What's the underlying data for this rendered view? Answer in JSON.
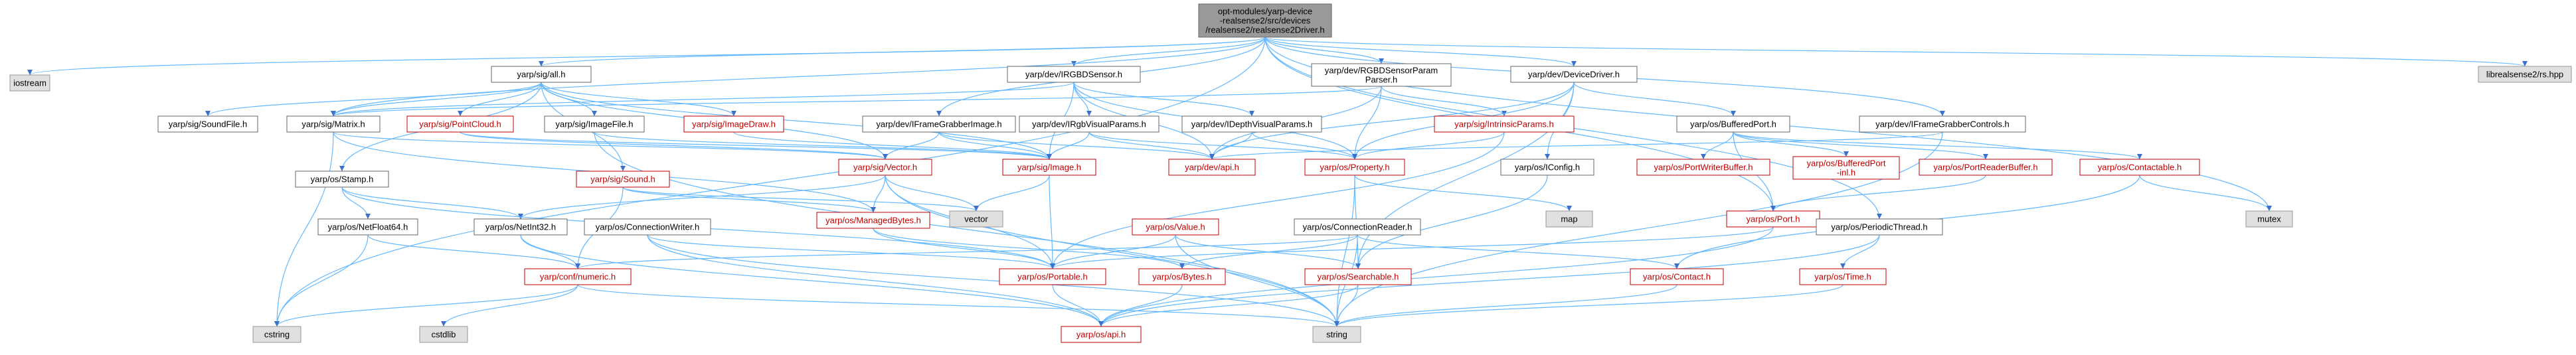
{
  "colors": {
    "root_fill": "#999999",
    "root_stroke": "#666666",
    "root_text": "#000000",
    "node_fill": "#ffffff",
    "node_stroke": "#666666",
    "node_text": "#000000",
    "red_stroke": "#bf0000",
    "red_text": "#bf0000",
    "ext_fill": "#e0e0e0",
    "ext_stroke": "#999999",
    "ext_text": "#000000",
    "edge": "#63b8ff"
  },
  "nodes": [
    {
      "id": "root",
      "kind": "root",
      "lines": [
        "opt-modules/yarp-device",
        "-realsense2/src/devices",
        "/realsense2/realsense2Driver.h"
      ]
    },
    {
      "id": "iostream",
      "kind": "ext",
      "lines": [
        "iostream"
      ]
    },
    {
      "id": "all",
      "kind": "node",
      "lines": [
        "yarp/sig/all.h"
      ]
    },
    {
      "id": "irgbd",
      "kind": "node",
      "lines": [
        "yarp/dev/IRGBDSensor.h"
      ]
    },
    {
      "id": "rgbdparam",
      "kind": "node",
      "lines": [
        "yarp/dev/RGBDSensorParam",
        "Parser.h"
      ]
    },
    {
      "id": "devicedriver",
      "kind": "node",
      "lines": [
        "yarp/dev/DeviceDriver.h"
      ]
    },
    {
      "id": "librealsense",
      "kind": "ext",
      "lines": [
        "librealsense2/rs.hpp"
      ]
    },
    {
      "id": "soundfile",
      "kind": "node",
      "lines": [
        "yarp/sig/SoundFile.h"
      ]
    },
    {
      "id": "matrix",
      "kind": "node",
      "lines": [
        "yarp/sig/Matrix.h"
      ]
    },
    {
      "id": "pointcloud",
      "kind": "red",
      "lines": [
        "yarp/sig/PointCloud.h"
      ]
    },
    {
      "id": "imagefile",
      "kind": "node",
      "lines": [
        "yarp/sig/ImageFile.h"
      ]
    },
    {
      "id": "imagedraw",
      "kind": "red",
      "lines": [
        "yarp/sig/ImageDraw.h"
      ]
    },
    {
      "id": "iframegrabberimage",
      "kind": "node",
      "lines": [
        "yarp/dev/IFrameGrabberImage.h"
      ]
    },
    {
      "id": "irgbvisual",
      "kind": "node",
      "lines": [
        "yarp/dev/IRgbVisualParams.h"
      ]
    },
    {
      "id": "idepthvisual",
      "kind": "node",
      "lines": [
        "yarp/dev/IDepthVisualParams.h"
      ]
    },
    {
      "id": "intrinsic",
      "kind": "red",
      "lines": [
        "yarp/sig/IntrinsicParams.h"
      ]
    },
    {
      "id": "bufferedport",
      "kind": "node",
      "lines": [
        "yarp/os/BufferedPort.h"
      ]
    },
    {
      "id": "iframecontrols",
      "kind": "node",
      "lines": [
        "yarp/dev/IFrameGrabberControls.h"
      ]
    },
    {
      "id": "vector",
      "kind": "red",
      "lines": [
        "yarp/sig/Vector.h"
      ]
    },
    {
      "id": "image",
      "kind": "red",
      "lines": [
        "yarp/sig/Image.h"
      ]
    },
    {
      "id": "api_dev",
      "kind": "red",
      "lines": [
        "yarp/dev/api.h"
      ]
    },
    {
      "id": "property",
      "kind": "red",
      "lines": [
        "yarp/os/Property.h"
      ]
    },
    {
      "id": "iconfig",
      "kind": "node",
      "lines": [
        "yarp/os/IConfig.h"
      ]
    },
    {
      "id": "portwriterbuffer",
      "kind": "red",
      "lines": [
        "yarp/os/PortWriterBuffer.h"
      ]
    },
    {
      "id": "bufferedportinl",
      "kind": "red",
      "lines": [
        "yarp/os/BufferedPort",
        "-inl.h"
      ]
    },
    {
      "id": "portreaderbuffer",
      "kind": "red",
      "lines": [
        "yarp/os/PortReaderBuffer.h"
      ]
    },
    {
      "id": "contactable",
      "kind": "red",
      "lines": [
        "yarp/os/Contactable.h"
      ]
    },
    {
      "id": "stamp",
      "kind": "node",
      "lines": [
        "yarp/os/Stamp.h"
      ]
    },
    {
      "id": "sound",
      "kind": "red",
      "lines": [
        "yarp/sig/Sound.h"
      ]
    },
    {
      "id": "managedbytes",
      "kind": "red",
      "lines": [
        "yarp/os/ManagedBytes.h"
      ]
    },
    {
      "id": "vector_std",
      "kind": "ext",
      "lines": [
        "vector"
      ]
    },
    {
      "id": "map",
      "kind": "ext",
      "lines": [
        "map"
      ]
    },
    {
      "id": "mutex",
      "kind": "ext",
      "lines": [
        "mutex"
      ]
    },
    {
      "id": "port",
      "kind": "red",
      "lines": [
        "yarp/os/Port.h"
      ]
    },
    {
      "id": "netfloat64",
      "kind": "node",
      "lines": [
        "yarp/os/NetFloat64.h"
      ]
    },
    {
      "id": "netint32",
      "kind": "node",
      "lines": [
        "yarp/os/NetInt32.h"
      ]
    },
    {
      "id": "connectionwriter",
      "kind": "node",
      "lines": [
        "yarp/os/ConnectionWriter.h"
      ]
    },
    {
      "id": "value",
      "kind": "red",
      "lines": [
        "yarp/os/Value.h"
      ]
    },
    {
      "id": "connectionreader",
      "kind": "node",
      "lines": [
        "yarp/os/ConnectionReader.h"
      ]
    },
    {
      "id": "periodicthread",
      "kind": "node",
      "lines": [
        "yarp/os/PeriodicThread.h"
      ]
    },
    {
      "id": "numeric",
      "kind": "red",
      "lines": [
        "yarp/conf/numeric.h"
      ]
    },
    {
      "id": "portable",
      "kind": "red",
      "lines": [
        "yarp/os/Portable.h"
      ]
    },
    {
      "id": "bytes",
      "kind": "red",
      "lines": [
        "yarp/os/Bytes.h"
      ]
    },
    {
      "id": "searchable",
      "kind": "red",
      "lines": [
        "yarp/os/Searchable.h"
      ]
    },
    {
      "id": "contact",
      "kind": "red",
      "lines": [
        "yarp/os/Contact.h"
      ]
    },
    {
      "id": "time",
      "kind": "red",
      "lines": [
        "yarp/os/Time.h"
      ]
    },
    {
      "id": "cstring",
      "kind": "ext",
      "lines": [
        "cstring"
      ]
    },
    {
      "id": "cstdlib",
      "kind": "ext",
      "lines": [
        "cstdlib"
      ]
    },
    {
      "id": "string",
      "kind": "ext",
      "lines": [
        "string"
      ]
    },
    {
      "id": "api_os",
      "kind": "red",
      "lines": [
        "yarp/os/api.h"
      ]
    }
  ],
  "edges": [
    [
      "root",
      "iostream"
    ],
    [
      "root",
      "all"
    ],
    [
      "root",
      "irgbd"
    ],
    [
      "root",
      "rgbdparam"
    ],
    [
      "root",
      "devicedriver"
    ],
    [
      "root",
      "librealsense"
    ],
    [
      "root",
      "cstring"
    ],
    [
      "root",
      "iframecontrols"
    ],
    [
      "root",
      "mutex"
    ],
    [
      "root",
      "matrix"
    ],
    [
      "root",
      "iframegrabberimage"
    ],
    [
      "root",
      "periodicthread"
    ],
    [
      "root",
      "port"
    ],
    [
      "all",
      "soundfile"
    ],
    [
      "all",
      "matrix"
    ],
    [
      "all",
      "pointcloud"
    ],
    [
      "all",
      "imagefile"
    ],
    [
      "all",
      "imagedraw"
    ],
    [
      "all",
      "vector"
    ],
    [
      "all",
      "image"
    ],
    [
      "all",
      "stamp"
    ],
    [
      "all",
      "sound"
    ],
    [
      "irgbd",
      "irgbvisual"
    ],
    [
      "irgbd",
      "idepthvisual"
    ],
    [
      "irgbd",
      "api_dev"
    ],
    [
      "irgbd",
      "matrix"
    ],
    [
      "irgbd",
      "property"
    ],
    [
      "irgbd",
      "image"
    ],
    [
      "rgbdparam",
      "intrinsic"
    ],
    [
      "rgbdparam",
      "api_dev"
    ],
    [
      "rgbdparam",
      "property"
    ],
    [
      "rgbdparam",
      "matrix"
    ],
    [
      "devicedriver",
      "bufferedport"
    ],
    [
      "devicedriver",
      "api_dev"
    ],
    [
      "devicedriver",
      "property"
    ],
    [
      "devicedriver",
      "iconfig"
    ],
    [
      "devicedriver",
      "searchable"
    ],
    [
      "matrix",
      "vector"
    ],
    [
      "matrix",
      "managedbytes"
    ],
    [
      "matrix",
      "cstring"
    ],
    [
      "pointcloud",
      "vector"
    ],
    [
      "pointcloud",
      "image"
    ],
    [
      "imagefile",
      "image"
    ],
    [
      "imagefile",
      "string"
    ],
    [
      "imagedraw",
      "image"
    ],
    [
      "iframegrabberimage",
      "image"
    ],
    [
      "iframegrabberimage",
      "api_dev"
    ],
    [
      "iframegrabberimage",
      "vector"
    ],
    [
      "irgbvisual",
      "api_dev"
    ],
    [
      "irgbvisual",
      "image"
    ],
    [
      "irgbvisual",
      "property"
    ],
    [
      "idepthvisual",
      "api_dev"
    ],
    [
      "idepthvisual",
      "property"
    ],
    [
      "intrinsic",
      "property"
    ],
    [
      "intrinsic",
      "portable"
    ],
    [
      "bufferedport",
      "portwriterbuffer"
    ],
    [
      "bufferedport",
      "bufferedportinl"
    ],
    [
      "bufferedport",
      "portreaderbuffer"
    ],
    [
      "bufferedport",
      "contactable"
    ],
    [
      "bufferedport",
      "port"
    ],
    [
      "iframecontrols",
      "api_dev"
    ],
    [
      "iframecontrols",
      "string"
    ],
    [
      "vector",
      "vector_std"
    ],
    [
      "vector",
      "managedbytes"
    ],
    [
      "vector",
      "portable"
    ],
    [
      "vector",
      "netint32"
    ],
    [
      "vector",
      "string"
    ],
    [
      "image",
      "portable"
    ],
    [
      "image",
      "vector_std"
    ],
    [
      "property",
      "searchable"
    ],
    [
      "property",
      "map"
    ],
    [
      "property",
      "string"
    ],
    [
      "iconfig",
      "searchable"
    ],
    [
      "portreaderbuffer",
      "port"
    ],
    [
      "contactable",
      "mutex"
    ],
    [
      "contactable",
      "contact"
    ],
    [
      "stamp",
      "netfloat64"
    ],
    [
      "stamp",
      "netint32"
    ],
    [
      "stamp",
      "portable"
    ],
    [
      "sound",
      "managedbytes"
    ],
    [
      "sound",
      "numeric"
    ],
    [
      "sound",
      "vector_std"
    ],
    [
      "managedbytes",
      "portable"
    ],
    [
      "managedbytes",
      "bytes"
    ],
    [
      "port",
      "portable"
    ],
    [
      "port",
      "api_os"
    ],
    [
      "netfloat64",
      "numeric"
    ],
    [
      "netfloat64",
      "cstring"
    ],
    [
      "netint32",
      "numeric"
    ],
    [
      "netint32",
      "api_os"
    ],
    [
      "connectionwriter",
      "portable"
    ],
    [
      "connectionwriter",
      "api_os"
    ],
    [
      "connectionwriter",
      "string"
    ],
    [
      "value",
      "searchable"
    ],
    [
      "value",
      "portable"
    ],
    [
      "value",
      "string"
    ],
    [
      "connectionreader",
      "bytes"
    ],
    [
      "connectionreader",
      "contact"
    ],
    [
      "connectionreader",
      "numeric"
    ],
    [
      "connectionreader",
      "string"
    ],
    [
      "periodicthread",
      "time"
    ],
    [
      "periodicthread",
      "api_os"
    ],
    [
      "numeric",
      "cstring"
    ],
    [
      "numeric",
      "cstdlib"
    ],
    [
      "numeric",
      "string"
    ],
    [
      "portable",
      "api_os"
    ],
    [
      "bytes",
      "api_os"
    ],
    [
      "searchable",
      "api_os"
    ],
    [
      "searchable",
      "string"
    ],
    [
      "contact",
      "string"
    ],
    [
      "time",
      "string"
    ]
  ]
}
